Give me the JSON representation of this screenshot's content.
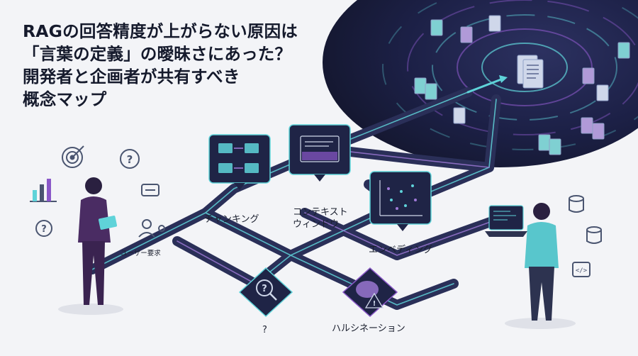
{
  "title": {
    "lines": [
      "RAGの回答精度が上がらない原因は",
      "「言葉の定義」の曖昧さにあった？",
      "開発者と企画者が共有すべき",
      "概念マップ"
    ]
  },
  "labels": {
    "user_request": "ユーザー要求",
    "chunking": "チャンキング",
    "context_window": "コンテキスト\nウィンドウ",
    "embedding": "エンベディング",
    "unknown": "?",
    "hallucination": "ハルシネーション"
  },
  "colors": {
    "background": "#f3f4f7",
    "dark_panel": "#1b1f3a",
    "road": "#3a3f6e",
    "teal": "#5fd3d9",
    "purple": "#8a58c8",
    "text": "#151a2c"
  },
  "icons": [
    "target-icon",
    "bar-chart-icon",
    "question-icon",
    "chat-icon",
    "person-icon",
    "gear-icon",
    "document-icon",
    "database-icon",
    "code-icon",
    "brain-icon",
    "warning-icon",
    "magnifier-icon",
    "laptop-icon"
  ]
}
